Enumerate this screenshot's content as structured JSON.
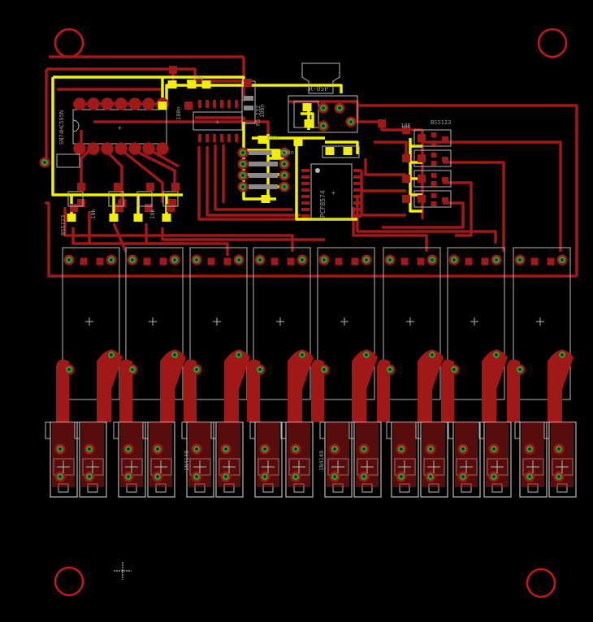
{
  "colors": {
    "background": "#000000",
    "copper_bottom": "#a01818",
    "copper_top": "#f2f000",
    "silkscreen": "#b8b8b8",
    "pad": "#2aa02a",
    "mount_hole": "#c81818",
    "via_grey": "#8a8a8a"
  },
  "labels": {
    "mosfet_part": "BSS123",
    "mosfet_part_right": "BSS123",
    "cap_100n_a": "100n",
    "cap_100n_b": "100n",
    "cap_100n_c": "100n",
    "cap_10e": "10E",
    "cap_10e_b": "10E",
    "ic_left": "SN74HC595N",
    "ic_center": "PCF8574",
    "regulator": "R-05P",
    "relay_diode": "1N4148",
    "relay_diode_b": "1N4148",
    "resistor_label": "10k",
    "resistor_label_b": "10k",
    "crystal": "100n",
    "connector_label": "RS-232"
  },
  "relay_count": 8,
  "terminal_count": 16,
  "cursor": "crosshair-icon"
}
